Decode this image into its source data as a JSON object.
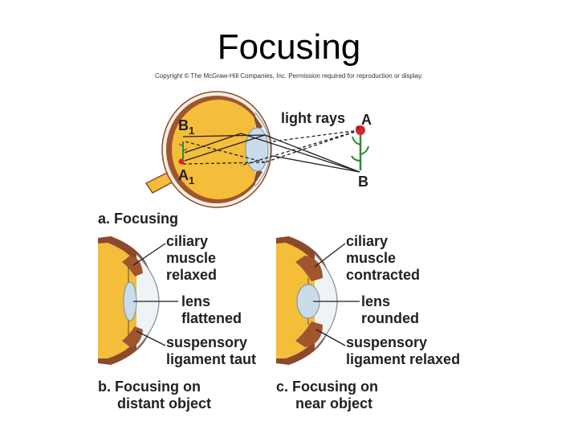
{
  "slide": {
    "title": "Focusing",
    "copyright": "Copyright © The McGraw-Hill Companies, Inc. Permission required for reproduction or display."
  },
  "panel_a": {
    "label_light_rays": "light rays",
    "label_A": "A",
    "label_B": "B",
    "label_B1_main": "B",
    "label_B1_sub": "1",
    "label_A1_main": "A",
    "label_A1_sub": "1",
    "caption": "a. Focusing"
  },
  "panel_b": {
    "ciliary": [
      "ciliary",
      "muscle",
      "relaxed"
    ],
    "lens": [
      "lens",
      "flattened"
    ],
    "suspensory": [
      "suspensory",
      "ligament taut"
    ],
    "caption": [
      "b. Focusing on",
      "distant object"
    ]
  },
  "panel_c": {
    "ciliary": [
      "ciliary",
      "muscle",
      "contracted"
    ],
    "lens": [
      "lens",
      "rounded"
    ],
    "suspensory": [
      "suspensory",
      "ligament relaxed"
    ],
    "caption": [
      "c. Focusing on",
      "near object"
    ]
  },
  "colors": {
    "eye_yellow": "#f4bd3a",
    "choroid_brown": "#8b4a2b",
    "lens_blue": "#c9dcea",
    "sclera_white": "#eef3f6",
    "flower_red": "#d9232e",
    "stem_green": "#2e8b3a"
  }
}
